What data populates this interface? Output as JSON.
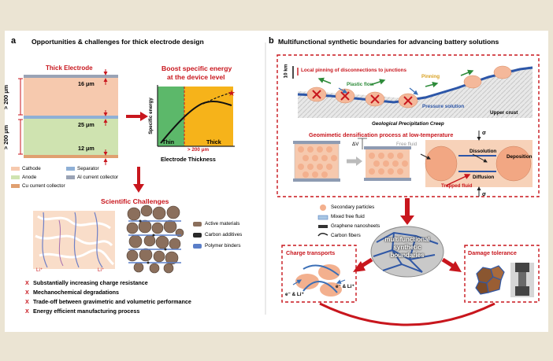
{
  "panel_a": {
    "letter": "a",
    "title": "Opportunities & challenges for thick electrode design",
    "thick_electrode_label": "Thick Electrode",
    "dim_16": "16 μm",
    "dim_25": "25 μm",
    "dim_12": "12 μm",
    "dim_200_top": "> 200 μm",
    "dim_200_bottom": "> 200 μm",
    "legend": {
      "cathode": "Cathode",
      "separator": "Separator",
      "anode": "Anode",
      "al": "Al current collector",
      "cu": "Cu current collector"
    },
    "boost_title_line1": "Boost specific energy",
    "boost_title_line2": "at the device level",
    "ylabel": "Specific energy",
    "xlabel": "Electrode Thickness",
    "thin_label": "Thin",
    "thick_label": "Thick",
    "gt200": "> 200 μm",
    "challenges_title": "Scientific Challenges",
    "materials": [
      "Active materials",
      "Carbon additives",
      "Polymer binders"
    ],
    "li_label": "Li⁺",
    "challenges": [
      "Substantially increasing charge resistance",
      "Mechanochemical degradations",
      "Trade-off between gravimetric and volumetric performance",
      "Energy efficient manufacturing process"
    ],
    "x_mark": "X"
  },
  "panel_b": {
    "letter": "b",
    "title": "Multifunctional synthetic boundaries for advancing battery solutions",
    "scale": "10 km",
    "local_pinning": "Local pinning of disconnections to junctions",
    "pinning_bracket": "Pinning",
    "plastic_flow": "Plastic flow",
    "pressure_solution": "Pressure solution",
    "upper_crust": "Upper crust",
    "geo_creep": "Geological Precipitation Creep",
    "geomimetic_title": "Geomimetic densification process at low-temperature",
    "delta_v": "ΔV",
    "free_fluid": "Free fluid",
    "sigma": "σ",
    "dissolution": "Dissolution",
    "deposition": "Deposition",
    "diffusion": "Diffusion",
    "trapped_fluid": "Trapped fluid",
    "legend": [
      "Secondary particles",
      "Mixed free fluid",
      "Graphene nanosheets",
      "Carbon fibers"
    ],
    "center_label": "multifunctional synthetic boundaries",
    "charge_transports": "Charge transports",
    "damage_tolerance": "Damage tolerance",
    "e_li_left": "e⁻ & Li⁺",
    "e_li_right": "e⁻ & Li⁺"
  }
}
